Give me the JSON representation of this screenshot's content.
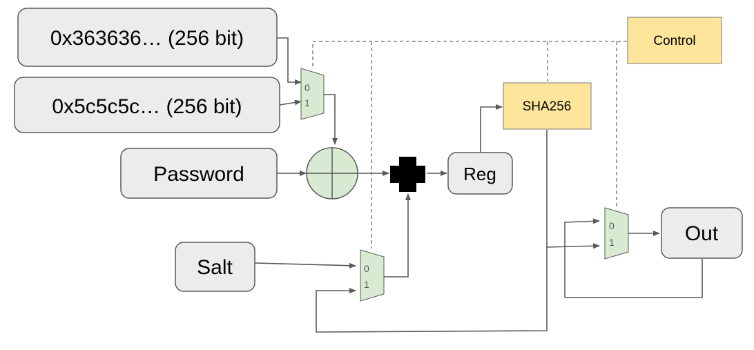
{
  "blocks": {
    "ipad": "0x363636… (256 bit)",
    "opad": "0x5c5c5c… (256 bit)",
    "password": "Password",
    "salt": "Salt",
    "reg": "Reg",
    "sha": "SHA256",
    "control": "Control",
    "out": "Out"
  },
  "mux_inputs": {
    "zero": "0",
    "one": "1"
  },
  "colors": {
    "gray_box": "#ececec",
    "yellow_box": "#fde59b",
    "green_block": "#d9ead3",
    "wire": "#595959"
  }
}
